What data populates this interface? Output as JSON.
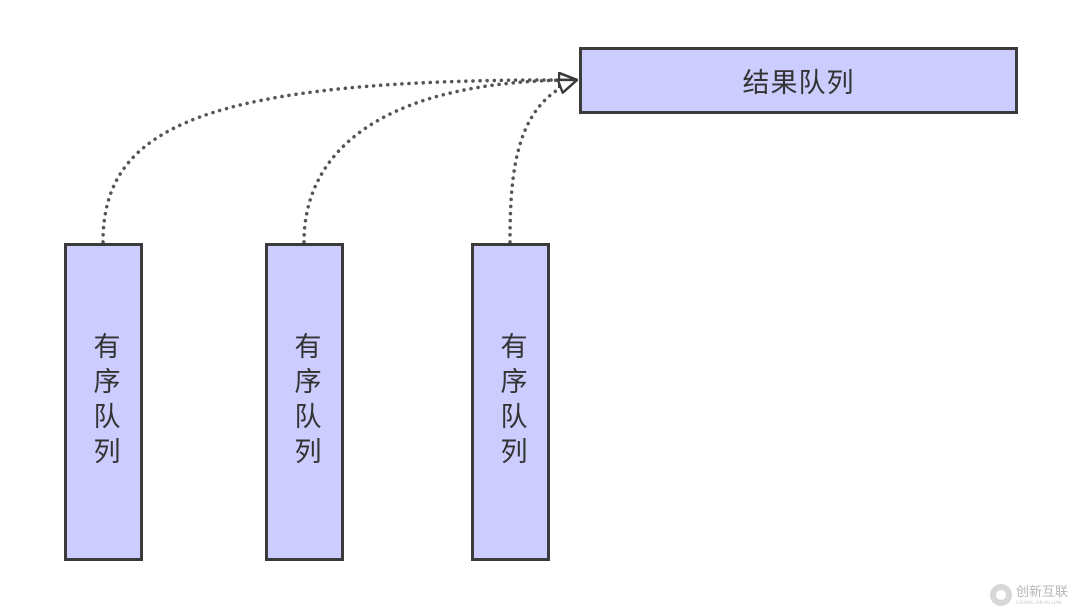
{
  "diagram": {
    "nodes": {
      "result_queue": "结果队列",
      "ordered_queue_1": "有序队列",
      "ordered_queue_2": "有序队列",
      "ordered_queue_3": "有序队列"
    }
  },
  "watermark": {
    "brand": "创新互联",
    "subtext": "CHUANG XIN HU LIAN"
  },
  "colors": {
    "node_fill": "#ccccff",
    "node_stroke": "#3b3b3b",
    "connector": "#555555",
    "text": "#333333",
    "watermark": "#b8b8b8"
  }
}
